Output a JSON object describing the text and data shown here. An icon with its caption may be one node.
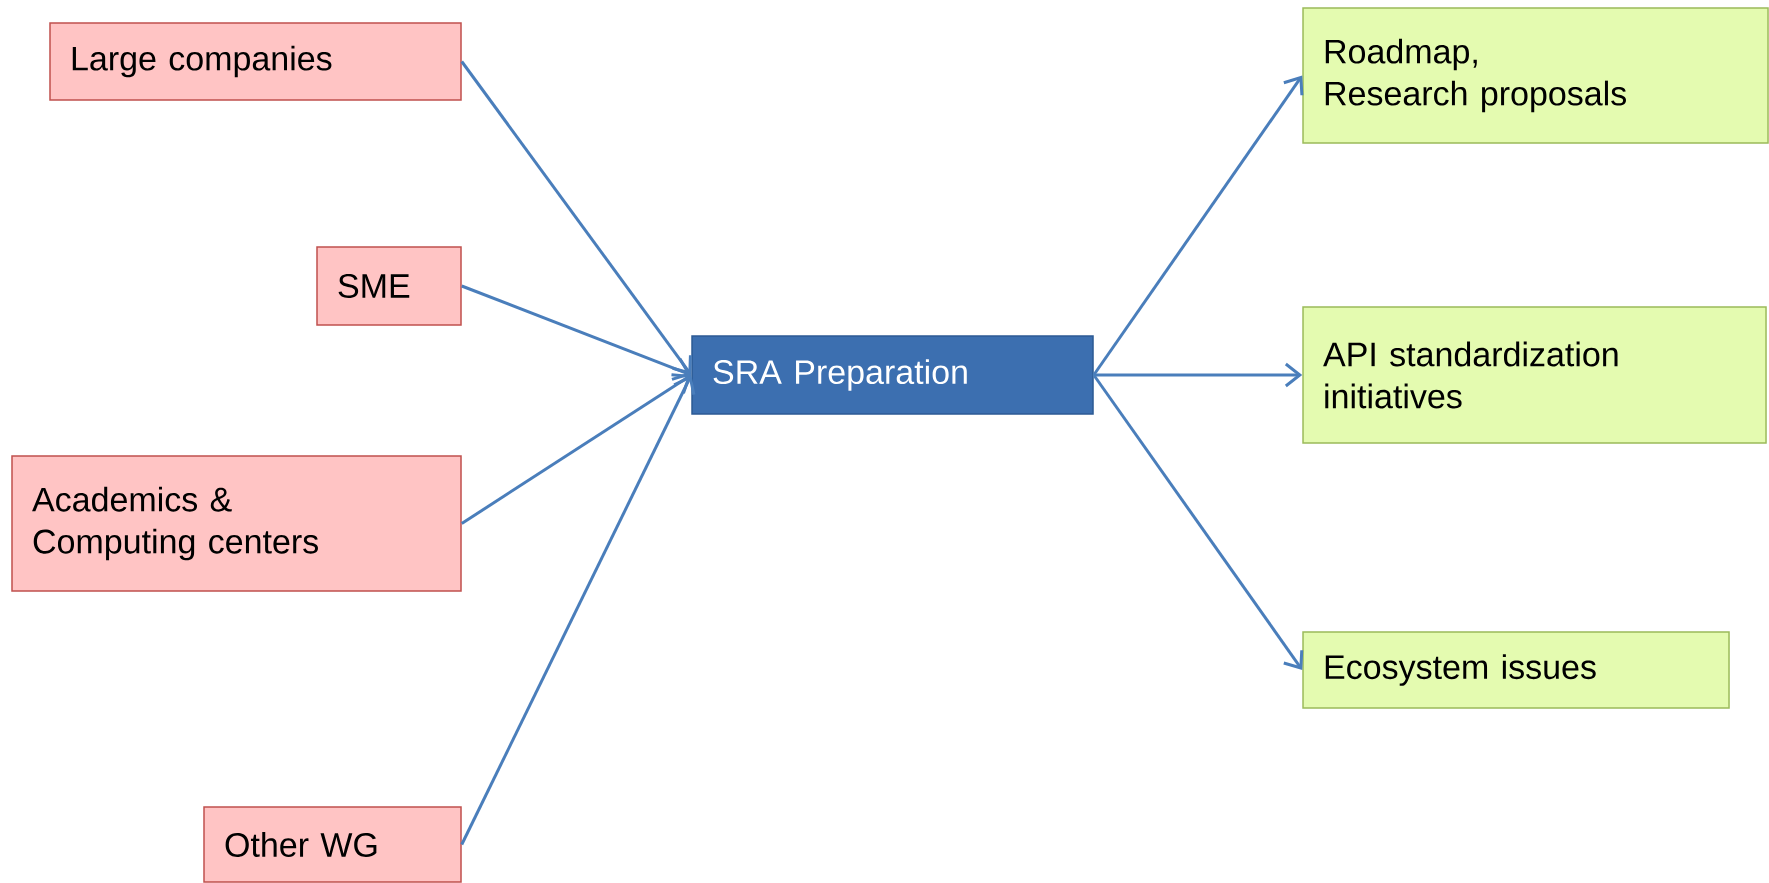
{
  "diagram": {
    "nodes": [
      {
        "text": [
          "Large companies"
        ]
      },
      {
        "text": [
          "SME"
        ]
      },
      {
        "text": [
          "Academics & Computing centers"
        ]
      },
      {
        "text": [
          "Other WG"
        ]
      },
      {
        "text": [
          "SRA Preparation"
        ]
      },
      {
        "text": [
          "Roadmap, Research proposals"
        ]
      },
      {
        "text": [
          "API standardization initiatives"
        ]
      },
      {
        "text": [
          "Ecosystem issues"
        ]
      }
    ],
    "edges": [
      {
        "from": 0,
        "to": 4,
        "arrow": "to"
      },
      {
        "from": 1,
        "to": 4,
        "arrow": "to"
      },
      {
        "from": 2,
        "to": 4,
        "arrow": "to"
      },
      {
        "from": 3,
        "to": 4,
        "arrow": "to"
      },
      {
        "from": 4,
        "to": 5,
        "arrow": "to"
      },
      {
        "from": 4,
        "to": 6,
        "arrow": "to"
      },
      {
        "from": 4,
        "to": 7,
        "arrow": "to"
      }
    ]
  }
}
